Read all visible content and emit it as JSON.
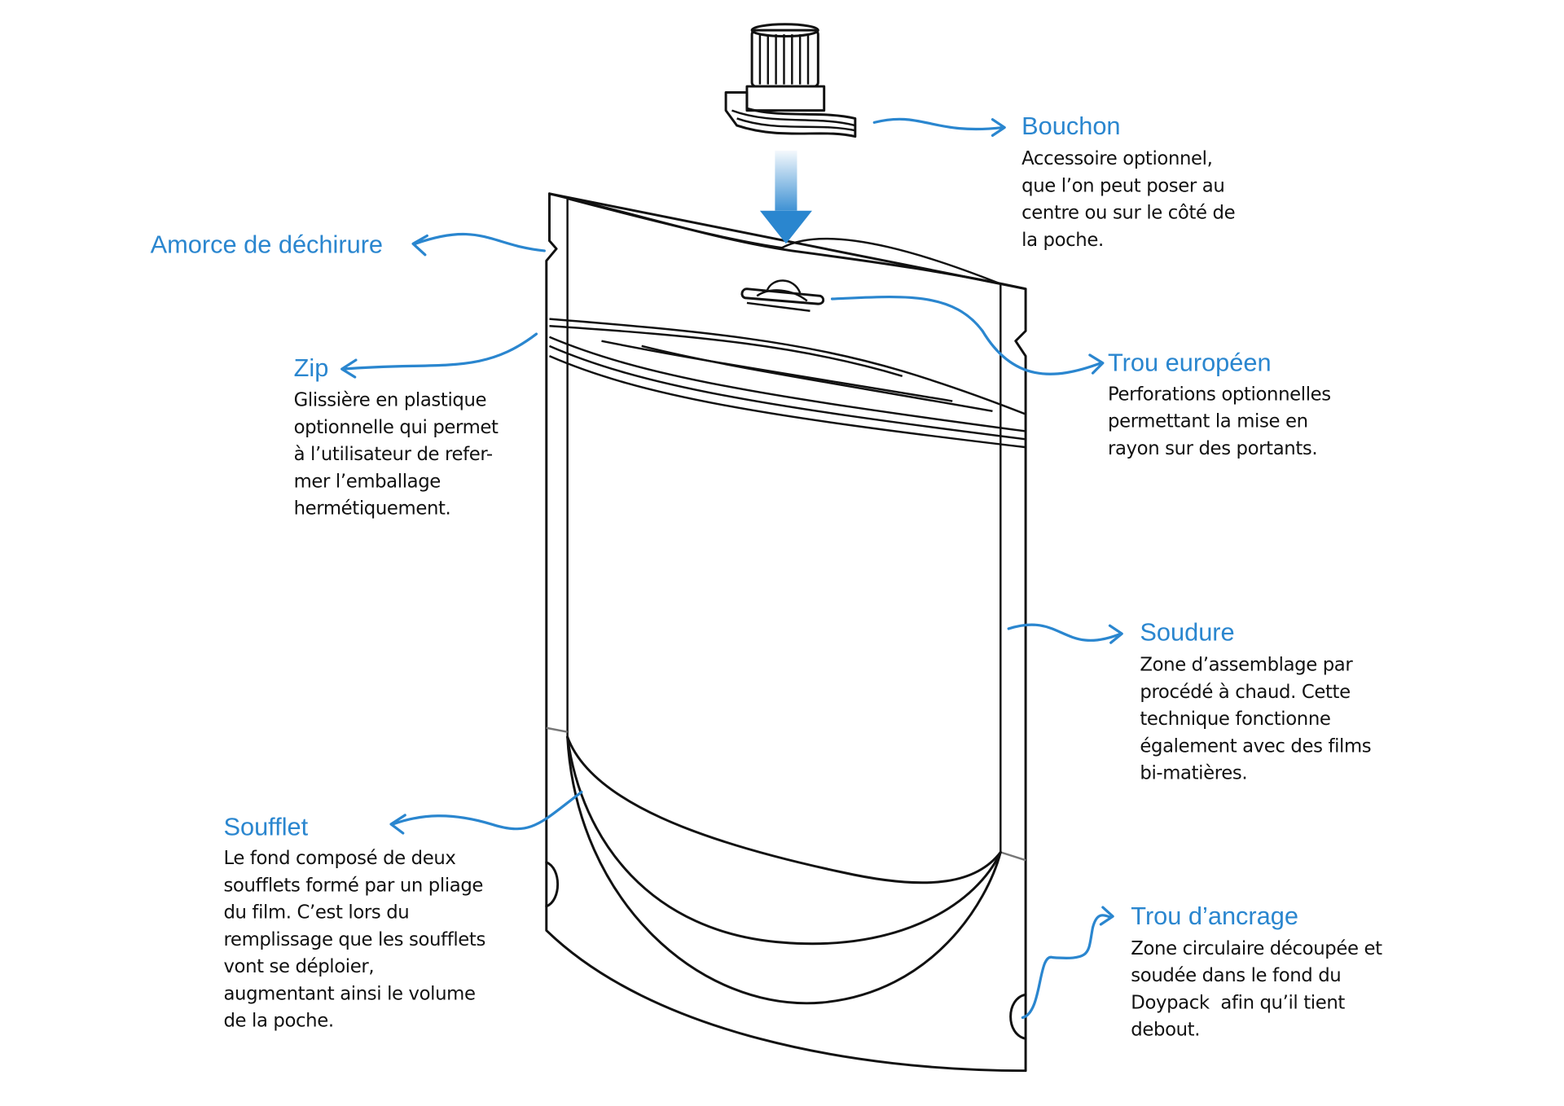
{
  "colors": {
    "accent": "#2a86cf",
    "line": "#111111"
  },
  "labels": {
    "bouchon": {
      "title": "Bouchon",
      "lines": [
        "Accessoire optionnel,",
        "que l’on peut poser au",
        "centre ou sur le côté de",
        "la poche."
      ]
    },
    "amorce": {
      "title": "Amorce de déchirure"
    },
    "zip": {
      "title": "Zip",
      "lines": [
        "Glissière en plastique",
        "optionnelle qui permet",
        "à l’utilisateur de refer-",
        "mer l’emballage",
        "hermétiquement."
      ]
    },
    "trou_europeen": {
      "title": "Trou européen",
      "lines": [
        "Perforations optionnelles",
        "permettant la mise en",
        "rayon sur des portants."
      ]
    },
    "soudure": {
      "title": "Soudure",
      "lines": [
        "Zone d’assemblage par",
        "procédé à chaud. Cette",
        "technique fonctionne",
        "également avec des films",
        "bi-matières."
      ]
    },
    "soufflet": {
      "title": "Soufflet",
      "lines": [
        "Le fond composé de deux",
        "soufflets formé par un pliage",
        "du film. C’est lors du",
        "remplissage que les soufflets",
        "vont se déploier,",
        "augmentant ainsi le volume",
        "de la poche."
      ]
    },
    "trou_ancrage": {
      "title": "Trou d’ancrage",
      "lines": [
        "Zone circulaire découpée et",
        "soudée dans le fond du",
        "Doypack  afin qu’il tient",
        "debout."
      ]
    }
  }
}
